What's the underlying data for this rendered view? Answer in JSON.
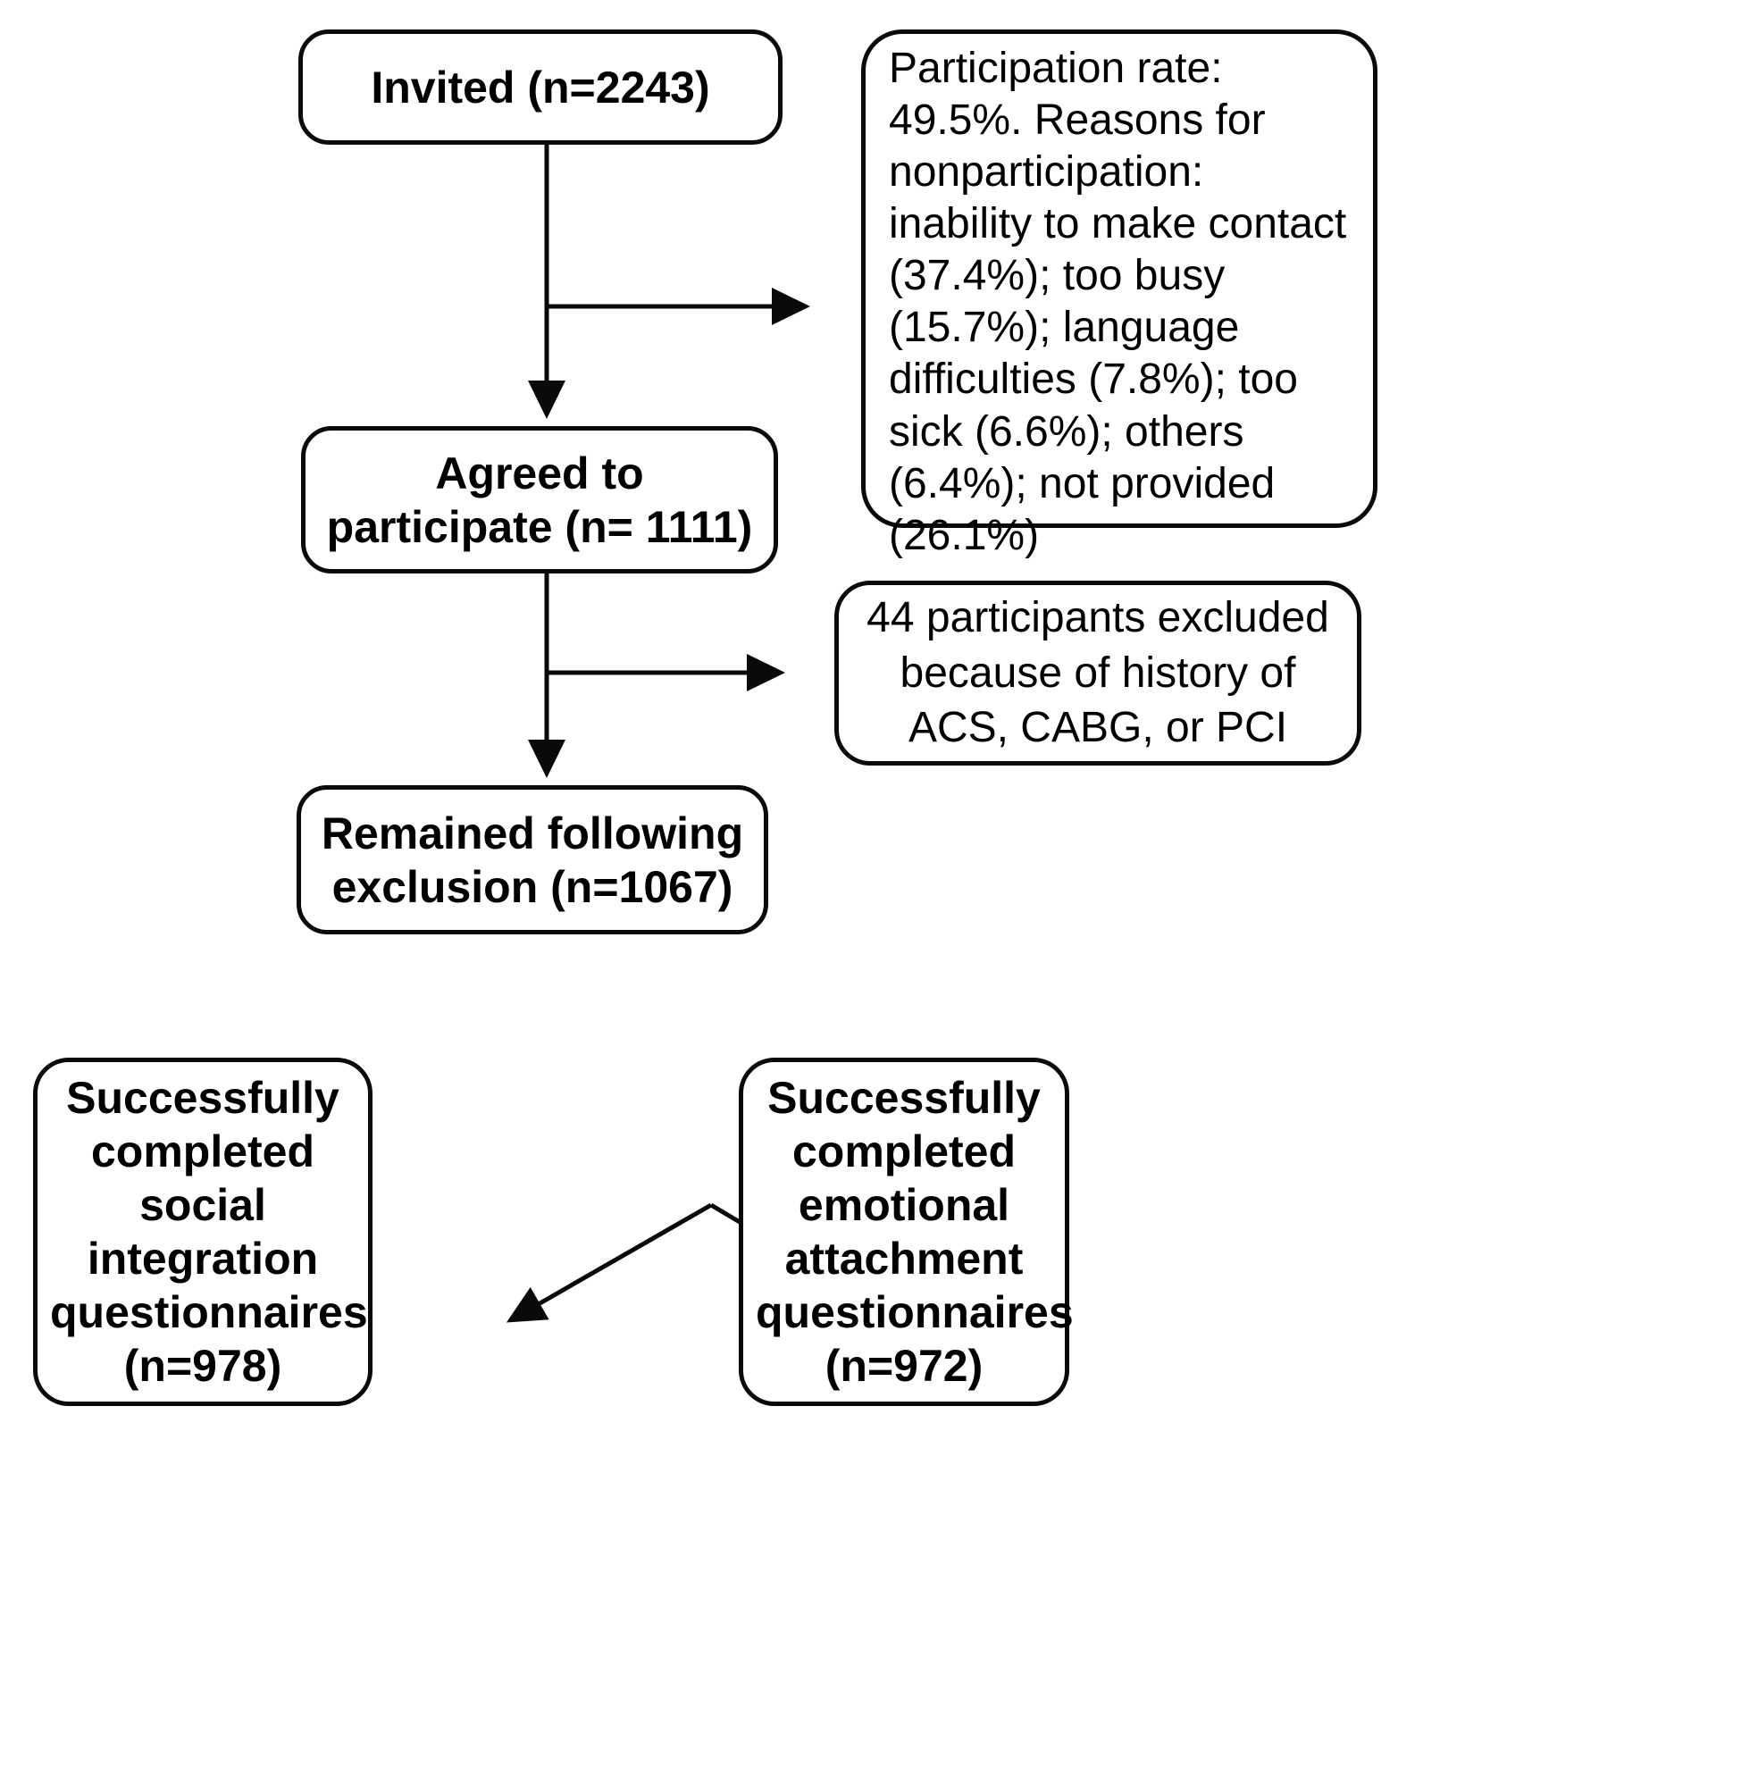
{
  "diagram": {
    "type": "flowchart",
    "title": "Study participant flow diagram",
    "nodes": {
      "invited": {
        "label": "Invited (n=2243)",
        "style": "bold",
        "shape": "rounded-rectangle"
      },
      "nonparticipation": {
        "label": "Participation rate: 49.5%. Reasons for nonparticipation: inability to make contact (37.4%); too busy (15.7%); language difficulties (7.8%); too sick (6.6%); others (6.4%); not provided (26.1%)",
        "style": "plain",
        "shape": "rounded-rectangle",
        "details": {
          "participation_rate": "49.5%",
          "reasons": [
            {
              "reason": "inability to make contact",
              "percent": "37.4%"
            },
            {
              "reason": "too busy",
              "percent": "15.7%"
            },
            {
              "reason": "language difficulties",
              "percent": "7.8%"
            },
            {
              "reason": "too sick",
              "percent": "6.6%"
            },
            {
              "reason": "others",
              "percent": "6.4%"
            },
            {
              "reason": "not provided",
              "percent": "26.1%"
            }
          ]
        }
      },
      "agreed": {
        "label": "Agreed to\nparticipate (n= 1111)",
        "style": "bold",
        "shape": "rounded-rectangle",
        "n": 1111
      },
      "excluded": {
        "label": "44 participants excluded\nbecause of history of\nACS, CABG, or PCI",
        "style": "plain",
        "shape": "rounded-rectangle",
        "n": 44
      },
      "remained": {
        "label": "Remained following\nexclusion (n=1067)",
        "style": "bold",
        "shape": "rounded-rectangle",
        "n": 1067
      },
      "social": {
        "label": "Successfully\ncompleted\nsocial\nintegration\nquestionnaires\n(n=978)",
        "style": "bold",
        "shape": "rounded-rectangle",
        "n": 978
      },
      "emotional": {
        "label": "Successfully\ncompleted\nemotional\nattachment\nquestionnaires\n(n=972)",
        "style": "bold",
        "shape": "rounded-rectangle",
        "n": 972
      }
    },
    "edges": [
      {
        "from": "invited",
        "to": "agreed",
        "kind": "vertical-arrow"
      },
      {
        "from": "invited",
        "to": "nonparticipation",
        "kind": "horizontal-branch-arrow"
      },
      {
        "from": "agreed",
        "to": "remained",
        "kind": "vertical-arrow"
      },
      {
        "from": "agreed",
        "to": "excluded",
        "kind": "horizontal-branch-arrow"
      },
      {
        "from": "remained",
        "to": "social",
        "kind": "diagonal-arrow"
      },
      {
        "from": "remained",
        "to": "emotional",
        "kind": "diagonal-arrow"
      }
    ],
    "colors": {
      "stroke": "#0a0a0a",
      "fill": "#ffffff",
      "text": "#000000"
    }
  }
}
